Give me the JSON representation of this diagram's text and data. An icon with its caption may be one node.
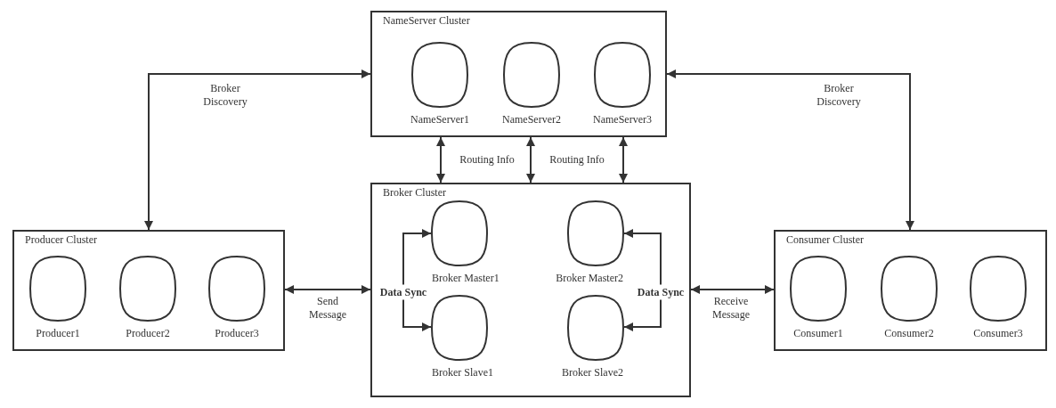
{
  "diagram": {
    "nodes": [
      {
        "text": [
          "NameServer Cluster"
        ]
      },
      {
        "text": [
          "NameServer1"
        ],
        "in": 0
      },
      {
        "text": [
          "NameServer2"
        ],
        "in": 0
      },
      {
        "text": [
          "NameServer3"
        ],
        "in": 0
      },
      {
        "text": [
          "Producer Cluster"
        ]
      },
      {
        "text": [
          "Producer1"
        ],
        "in": 4
      },
      {
        "text": [
          "Producer2"
        ],
        "in": 4
      },
      {
        "text": [
          "Producer3"
        ],
        "in": 4
      },
      {
        "text": [
          "Broker Cluster"
        ]
      },
      {
        "text": [
          "Broker Master1"
        ],
        "in": 8
      },
      {
        "text": [
          "Broker Master2"
        ],
        "in": 8
      },
      {
        "text": [
          "Broker Slave1"
        ],
        "in": 8
      },
      {
        "text": [
          "Broker Slave2"
        ],
        "in": 8
      },
      {
        "text": [
          "Consumer Cluster"
        ]
      },
      {
        "text": [
          "Consumer1"
        ],
        "in": 13
      },
      {
        "text": [
          "Consumer2"
        ],
        "in": 13
      },
      {
        "text": [
          "Consumer3"
        ],
        "in": 13
      }
    ],
    "edges": [
      {
        "from": 4,
        "to": 0,
        "arrow": "both",
        "label": "Broker Discovery"
      },
      {
        "from": 0,
        "to": 13,
        "arrow": "both",
        "label": "Broker Discovery"
      },
      {
        "from": 0,
        "to": 8,
        "arrow": "both",
        "label": "Routing Info"
      },
      {
        "from": 0,
        "to": 8,
        "arrow": "both",
        "label": "Routing Info"
      },
      {
        "from": 0,
        "to": 8,
        "arrow": "both"
      },
      {
        "from": 4,
        "to": 8,
        "arrow": "both",
        "label": "Send Message"
      },
      {
        "from": 8,
        "to": 13,
        "arrow": "both",
        "label": "Receive Message"
      },
      {
        "from": 9,
        "to": 11,
        "arrow": "both",
        "label": "Data Sync"
      },
      {
        "from": 10,
        "to": 12,
        "arrow": "both",
        "label": "Data Sync"
      }
    ]
  }
}
